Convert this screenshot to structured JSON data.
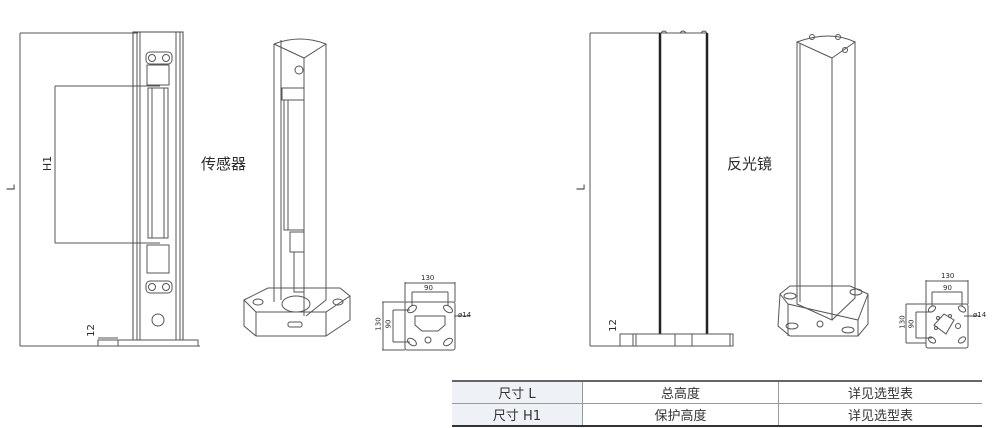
{
  "sensor": {
    "title": "传感器",
    "dim_L": "L",
    "dim_H1": "H1",
    "dim_12": "12",
    "base": {
      "width": "130",
      "hole_spacing_x": "90",
      "height": "130",
      "hole_spacing_y": "90",
      "hole_dia": "ø14"
    }
  },
  "reflector": {
    "title": "反光镜",
    "dim_L": "L",
    "dim_12": "12",
    "base": {
      "width": "130",
      "hole_spacing_x": "90",
      "height": "130",
      "hole_spacing_y": "90",
      "hole_dia": "ø14"
    }
  },
  "table": {
    "rows": [
      {
        "param": "尺寸 L",
        "meaning": "总高度",
        "value": "详见选型表"
      },
      {
        "param": "尺寸 H1",
        "meaning": "保护高度",
        "value": "详见选型表"
      }
    ]
  }
}
